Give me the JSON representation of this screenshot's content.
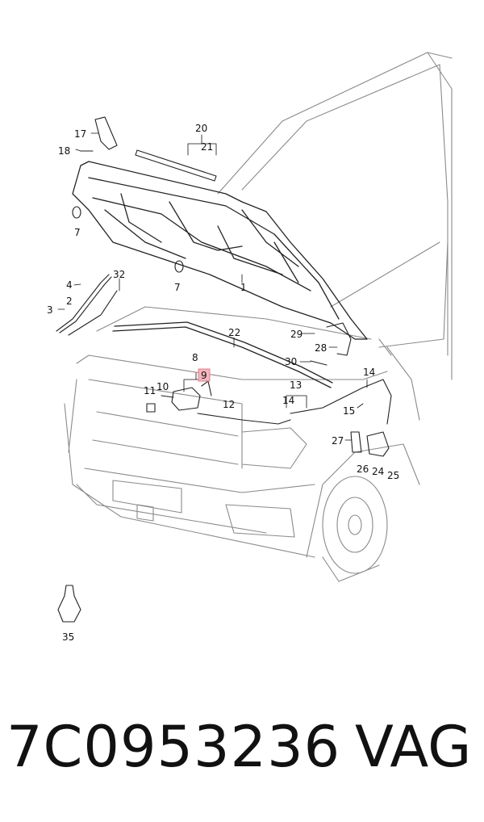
{
  "diagram": {
    "callouts": {
      "c1": "1",
      "c2": "2",
      "c3": "3",
      "c4": "4",
      "c7a": "7",
      "c7b": "7",
      "c8": "8",
      "c9": "9",
      "c10": "10",
      "c11": "11",
      "c12": "12",
      "c13": "13",
      "c14a": "14",
      "c14b": "14",
      "c15": "15",
      "c17": "17",
      "c18": "18",
      "c20": "20",
      "c21": "21",
      "c22": "22",
      "c24": "24",
      "c25": "25",
      "c26": "26",
      "c27": "27",
      "c28": "28",
      "c29": "29",
      "c30": "30",
      "c32": "32",
      "c35": "35"
    },
    "highlight_color": "#f4b6bd"
  },
  "footer": {
    "part_number": "7C0953236",
    "brand": "VAG"
  }
}
